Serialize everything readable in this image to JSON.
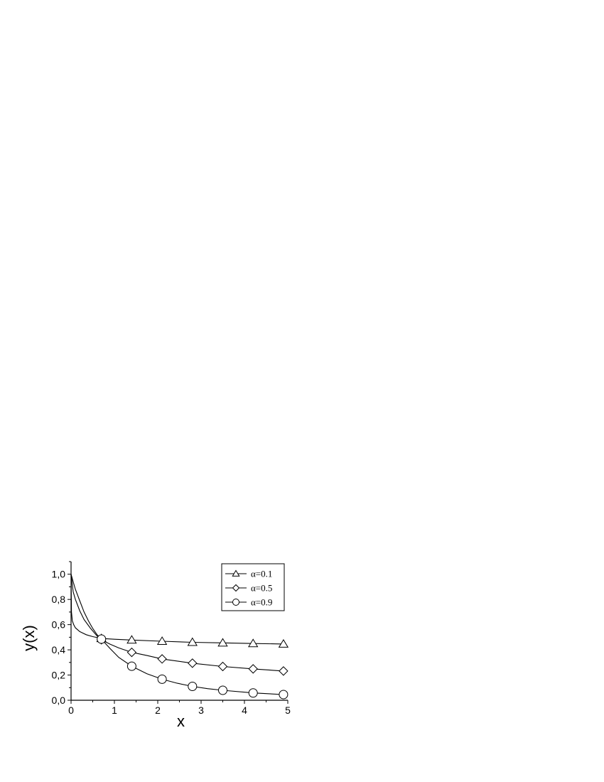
{
  "chart_data": {
    "type": "line",
    "xlabel": "x",
    "ylabel": "y(x)",
    "xlim": [
      0,
      5
    ],
    "ylim": [
      0,
      1.1
    ],
    "x_ticks": [
      0,
      1,
      2,
      3,
      4,
      5
    ],
    "x_tick_labels": [
      "0",
      "1",
      "2",
      "3",
      "4",
      "5"
    ],
    "y_ticks": [
      0,
      0.2,
      0.4,
      0.6,
      0.8,
      1.0
    ],
    "y_tick_labels": [
      "0,0",
      "0,2",
      "0,4",
      "0,6",
      "0,8",
      "1,0"
    ],
    "grid": false,
    "legend_position": "top-right",
    "series": [
      {
        "name": "α=0.1",
        "marker": "triangle",
        "x": [
          0,
          0.01,
          0.03,
          0.06,
          0.1,
          0.2,
          0.35,
          0.5,
          0.7,
          1.0,
          1.4,
          2.1,
          2.8,
          3.5,
          4.2,
          4.9
        ],
        "values": [
          1.0,
          0.7,
          0.63,
          0.6,
          0.575,
          0.545,
          0.52,
          0.505,
          0.49,
          0.484,
          0.478,
          0.468,
          0.46,
          0.455,
          0.45,
          0.446
        ],
        "marker_x": [
          0.7,
          1.4,
          2.1,
          2.8,
          3.5,
          4.2,
          4.9
        ],
        "marker_values": [
          0.49,
          0.478,
          0.468,
          0.46,
          0.455,
          0.45,
          0.446
        ]
      },
      {
        "name": "α=0.5",
        "marker": "diamond",
        "x": [
          0,
          0.05,
          0.1,
          0.2,
          0.3,
          0.45,
          0.6,
          0.7,
          0.9,
          1.1,
          1.4,
          1.75,
          2.1,
          2.8,
          3.5,
          4.2,
          4.9
        ],
        "values": [
          1.0,
          0.86,
          0.8,
          0.71,
          0.64,
          0.57,
          0.51,
          0.48,
          0.445,
          0.415,
          0.38,
          0.355,
          0.328,
          0.294,
          0.268,
          0.249,
          0.232
        ],
        "marker_x": [
          0.7,
          1.4,
          2.1,
          2.8,
          3.5,
          4.2,
          4.9
        ],
        "marker_values": [
          0.48,
          0.38,
          0.328,
          0.294,
          0.268,
          0.249,
          0.232
        ]
      },
      {
        "name": "α=0.9",
        "marker": "circle",
        "x": [
          0,
          0.05,
          0.1,
          0.2,
          0.3,
          0.4,
          0.5,
          0.6,
          0.7,
          0.9,
          1.1,
          1.4,
          1.75,
          2.1,
          2.45,
          2.8,
          3.15,
          3.5,
          4.2,
          4.9
        ],
        "values": [
          1.0,
          0.94,
          0.88,
          0.79,
          0.7,
          0.63,
          0.57,
          0.52,
          0.485,
          0.41,
          0.34,
          0.27,
          0.21,
          0.167,
          0.135,
          0.11,
          0.092,
          0.079,
          0.058,
          0.045
        ],
        "marker_x": [
          0.7,
          1.4,
          2.1,
          2.8,
          3.5,
          4.2,
          4.9
        ],
        "marker_values": [
          0.485,
          0.27,
          0.167,
          0.11,
          0.079,
          0.058,
          0.045
        ]
      }
    ]
  }
}
